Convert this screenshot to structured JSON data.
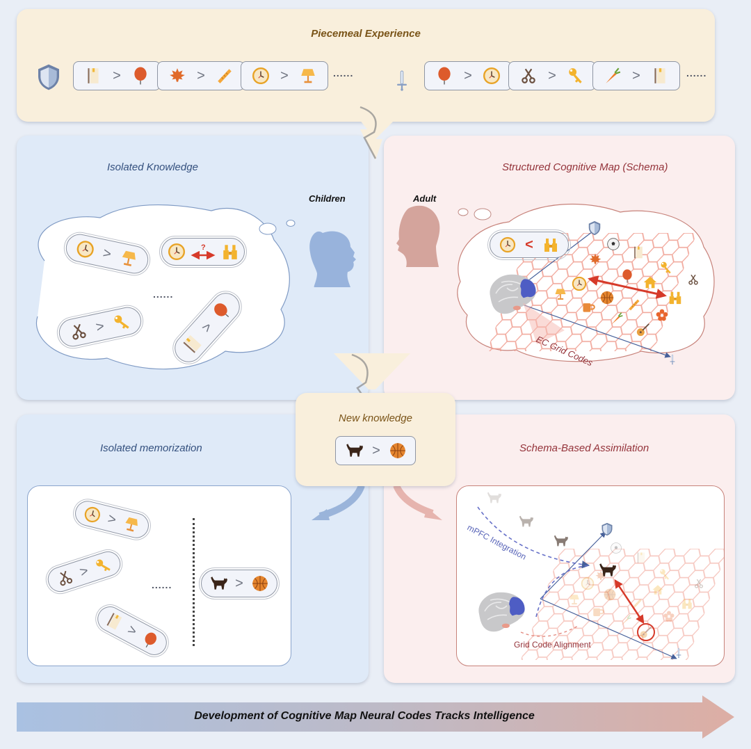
{
  "top_panel": {
    "title": "Piecemeal Experience",
    "left_axis_icon": "shield-icon",
    "right_axis_icon": "sword-icon",
    "left_pairs": [
      {
        "a": "notebook-icon",
        "op": ">",
        "b": "balloon-icon"
      },
      {
        "a": "maple-leaf-icon",
        "op": ">",
        "b": "ruler-icon"
      },
      {
        "a": "clock-icon",
        "op": ">",
        "b": "lamp-icon"
      }
    ],
    "right_pairs": [
      {
        "a": "balloon-icon",
        "op": ">",
        "b": "clock-icon"
      },
      {
        "a": "scissors-icon",
        "op": ">",
        "b": "key-icon"
      },
      {
        "a": "carrot-icon",
        "op": ">",
        "b": "notebook-icon"
      }
    ],
    "ellipsis": "......"
  },
  "children_panel": {
    "title": "Isolated Knowledge",
    "subject_label": "Children",
    "pairs": [
      {
        "a": "clock-icon",
        "op": ">",
        "b": "lamp-icon"
      },
      {
        "a": "clock-icon",
        "op": "?",
        "b": "binoculars-icon"
      },
      {
        "a": "scissors-icon",
        "op": ">",
        "b": "key-icon"
      },
      {
        "a": "notebook-icon",
        "op": ">",
        "b": "balloon-icon"
      }
    ],
    "ellipsis": "......"
  },
  "adult_panel": {
    "title": "Structured Cognitive Map (Schema)",
    "subject_label": "Adult",
    "pair": {
      "a": "clock-icon",
      "op": "<",
      "b": "binoculars-icon"
    },
    "grid_label": "EC Grid Codes"
  },
  "new_knowledge": {
    "title": "New knowledge",
    "pair": {
      "a": "cat-icon",
      "op": ">",
      "b": "basketball-icon"
    }
  },
  "memorization_panel": {
    "title": "Isolated memorization",
    "pairs": [
      {
        "a": "clock-icon",
        "op": ">",
        "b": "lamp-icon"
      },
      {
        "a": "scissors-icon",
        "op": ">",
        "b": "key-icon"
      },
      {
        "a": "notebook-icon",
        "op": ">",
        "b": "balloon-icon"
      },
      {
        "a": "cat-icon",
        "op": ">",
        "b": "basketball-icon"
      }
    ],
    "ellipsis": "......"
  },
  "assimilation_panel": {
    "title": "Schema-Based Assimilation",
    "mpfc_label": "mPFC Integration",
    "grid_label": "Grid Code Alignment"
  },
  "bottom_arrow": {
    "label": "Development of Cognitive Map Neural Codes Tracks Intelligence"
  },
  "colors": {
    "children_bg": "#dfeaf8",
    "adult_bg": "#fbeeee",
    "experience_bg": "#f9efdc",
    "accent_red": "#d63a2a"
  }
}
